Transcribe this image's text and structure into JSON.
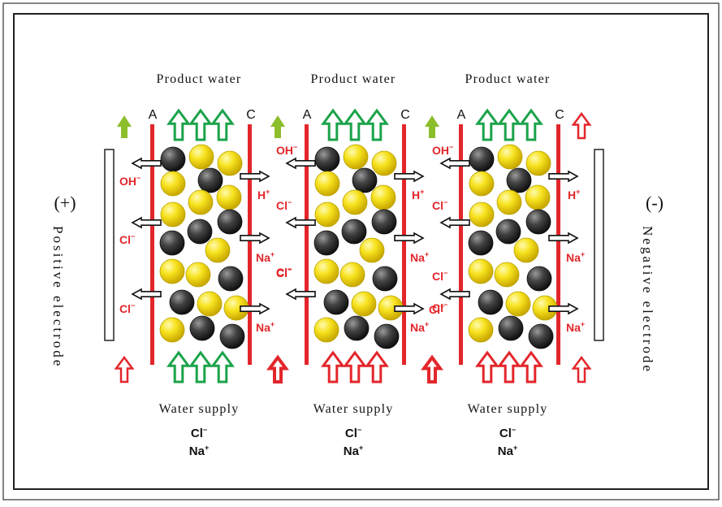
{
  "cells": [
    {
      "top_label": "Product water",
      "bottom_label": "Water supply",
      "bottom_ions": [
        "Cl",
        "Na"
      ],
      "anode_label": "A",
      "cathode_label": "C",
      "left_ions": [
        "OH",
        "Cl",
        "Cl"
      ],
      "right_ions": [
        "H",
        "Na",
        "Na"
      ]
    },
    {
      "top_label": "Product water",
      "bottom_label": "Water supply",
      "bottom_ions": [
        "Cl",
        "Na"
      ],
      "anode_label": "A",
      "cathode_label": "C",
      "left_ions": [
        "OH",
        "Cl",
        "Cl"
      ],
      "right_ions": [
        "H",
        "Na",
        "Na"
      ]
    },
    {
      "top_label": "Product water",
      "bottom_label": "Water supply",
      "bottom_ions": [
        "Cl",
        "Na"
      ],
      "anode_label": "A",
      "cathode_label": "C",
      "left_ions": [
        "OH",
        "Cl",
        "Cl"
      ],
      "right_ions": [
        "H",
        "Na",
        "Na"
      ]
    }
  ],
  "positive_electrode": {
    "sign": "(+)",
    "label": "Positive electrode"
  },
  "negative_electrode": {
    "sign": "(-)",
    "label": "Negative electrode"
  },
  "ion_charges": {
    "OH": "−",
    "Cl": "−",
    "H": "+",
    "Na": "+"
  },
  "colors": {
    "membrane": "#e3262b",
    "ion_text": "#e3262b",
    "flow_in": "#e3262b",
    "flow_product": "#1ba34a",
    "flow_small": "#8cbd2a",
    "anion_resin": "#f2e21a",
    "cation_resin": "#3a3a3a",
    "border": "#222222"
  }
}
